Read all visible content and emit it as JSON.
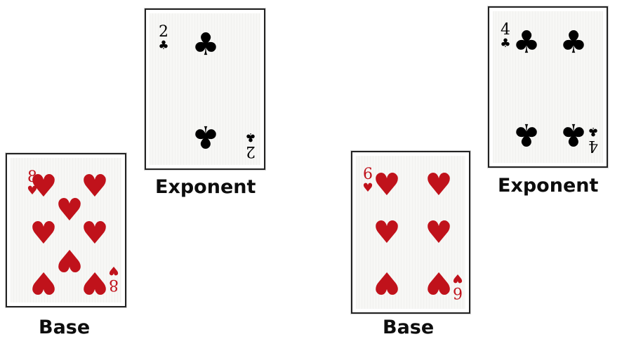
{
  "examples": [
    {
      "base_card": {
        "rank": "8",
        "suit_icon": "heart",
        "suit_symbol": "♥",
        "color": "#c0121b"
      },
      "base_label": "Base",
      "exponent_card": {
        "rank": "2",
        "suit_icon": "club",
        "suit_symbol": "♣",
        "color": "#000000"
      },
      "exponent_label": "Exponent"
    },
    {
      "base_card": {
        "rank": "6",
        "suit_icon": "heart",
        "suit_symbol": "♥",
        "color": "#c0121b"
      },
      "base_label": "Base",
      "exponent_card": {
        "rank": "4",
        "suit_icon": "club",
        "suit_symbol": "♣",
        "color": "#000000"
      },
      "exponent_label": "Exponent"
    }
  ]
}
